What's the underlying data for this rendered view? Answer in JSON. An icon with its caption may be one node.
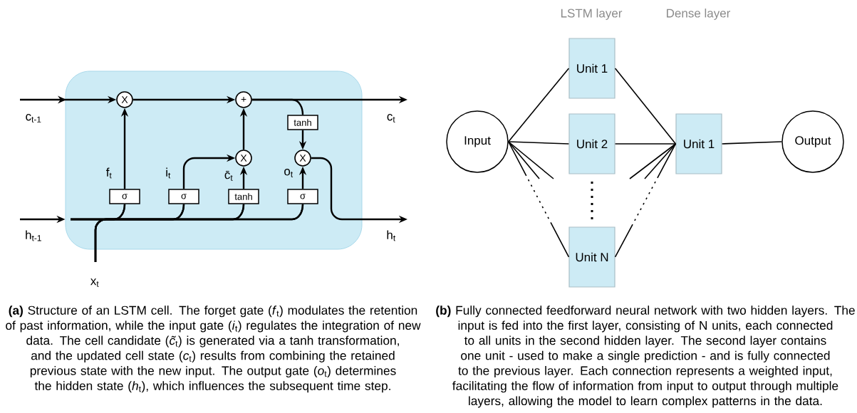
{
  "diagram": {
    "nodes": [
      {
        "text": [],
        "shape": "box"
      },
      {
        "text": [
          "X"
        ],
        "in": 0
      },
      {
        "text": [
          "+"
        ],
        "in": 0
      },
      {
        "text": [
          "tanh"
        ],
        "in": 0
      },
      {
        "text": [
          "X"
        ],
        "in": 0
      },
      {
        "text": [
          "X"
        ],
        "in": 0
      },
      {
        "text": [
          "σ"
        ],
        "in": 0
      },
      {
        "text": [
          "σ"
        ],
        "in": 0
      },
      {
        "text": [
          "tanh"
        ],
        "in": 0
      },
      {
        "text": [
          "σ"
        ],
        "in": 0
      },
      {
        "text": [
          "Input"
        ]
      },
      {
        "text": [
          "Unit 1"
        ]
      },
      {
        "text": [
          "Unit 2"
        ]
      },
      {
        "text": [
          "Unit N"
        ]
      },
      {
        "text": [
          "Unit 1"
        ]
      },
      {
        "text": [
          "Output"
        ]
      }
    ],
    "edges": [
      {
        "from": null,
        "to": 1,
        "arrow": "to",
        "label": "c$_{t-1}$"
      },
      {
        "from": 1,
        "to": 2,
        "arrow": "to"
      },
      {
        "from": 2,
        "to": null,
        "arrow": "to",
        "label": "c$_{t}$"
      },
      {
        "from": 2,
        "to": 3,
        "arrow": "none"
      },
      {
        "from": 3,
        "to": 5,
        "arrow": "to"
      },
      {
        "from": 6,
        "to": 1,
        "arrow": "to",
        "label": "f$_{t}$"
      },
      {
        "from": 7,
        "to": 4,
        "arrow": "to",
        "label": "i$_{t}$"
      },
      {
        "from": 8,
        "to": 4,
        "arrow": "to",
        "label": "c̄$_{t}$"
      },
      {
        "from": 4,
        "to": 2,
        "arrow": "to"
      },
      {
        "from": 9,
        "to": 5,
        "arrow": "to",
        "label": "o$_{t}$"
      },
      {
        "from": 5,
        "to": null,
        "arrow": "to",
        "label": "h$_{t}$"
      },
      {
        "from": null,
        "to": 0,
        "arrow": "to",
        "label": "h$_{t-1}$"
      },
      {
        "from": null,
        "to": 7,
        "arrow": "none"
      },
      {
        "from": null,
        "to": 8,
        "arrow": "none"
      },
      {
        "from": null,
        "to": 9,
        "arrow": "none"
      },
      {
        "from": null,
        "to": 6,
        "arrow": "none",
        "label": "x$_{t}$"
      },
      {
        "from": null,
        "to": 7,
        "arrow": "none"
      },
      {
        "from": null,
        "to": 8,
        "arrow": "none"
      },
      {
        "from": null,
        "to": 9,
        "arrow": "none"
      },
      {
        "from": 10,
        "to": 11,
        "arrow": "none"
      },
      {
        "from": 10,
        "to": 12,
        "arrow": "none"
      },
      {
        "from": 10,
        "to": 13,
        "arrow": "none",
        "style": "dashed"
      },
      {
        "from": 10,
        "to": null,
        "arrow": "none"
      },
      {
        "from": 10,
        "to": null,
        "arrow": "none"
      },
      {
        "from": 11,
        "to": 14,
        "arrow": "none"
      },
      {
        "from": 12,
        "to": 14,
        "arrow": "none"
      },
      {
        "from": 13,
        "to": 14,
        "arrow": "none",
        "style": "dashed"
      },
      {
        "from": null,
        "to": 14,
        "arrow": "none"
      },
      {
        "from": null,
        "to": 14,
        "arrow": "none"
      },
      {
        "from": 14,
        "to": 15,
        "arrow": "none"
      },
      {
        "from": null,
        "to": 6,
        "arrow": "none"
      }
    ],
    "labels": [
      "LSTM layer",
      "Dense layer",
      "**(a)** Structure of an LSTM cell. The forget gate (*f*$_{t}$) modulates the retention of past information, while the input gate (*i*$_{t}$) regulates the integration of new data. The cell candidate (*c̃*$_{t}$) is generated via a tanh transformation, and the updated cell state (*c*$_{t}$) results from combining the retained previous state with the new input. The output gate (*o*$_{t}$) determines the hidden state (*h*$_{t}$), which influences the subsequent time step.",
      "**(b)** Fully connected feedforward neural network with two hidden layers. The input is fed into the first layer, consisting of N units, each connected to all units in the second hidden layer. The second layer contains one unit - used to make a single prediction - and is fully connected to the previous layer. Each connection represents a weighted input, facilitating the flow of information from input to output through multiple layers, allowing the model to learn complex patterns in the data."
    ]
  }
}
